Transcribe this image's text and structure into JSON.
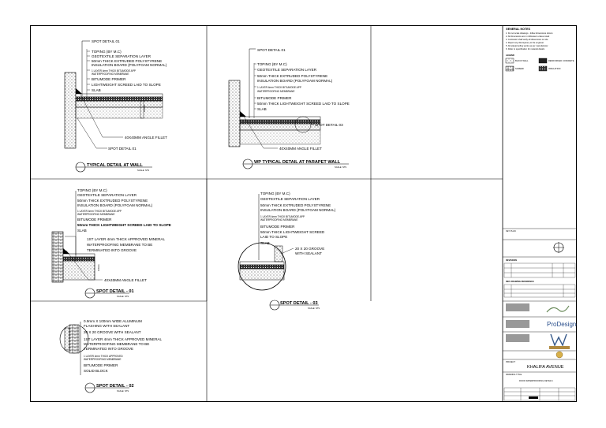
{
  "detail_typical_wall": {
    "spot_top": "SPOT DETAIL 01",
    "layers": [
      "TOPING (BY M.C)",
      "GEOTEXTILE SEPARATION LAYER",
      "50mm THICK EXTRUDED POLYSTYRENE",
      "INSULATION BOARD (POLYFOAM NORMAL)",
      "1 LAYER 4mm THICK BITUMODE APP",
      "WATERPROOFING MEMBRANE",
      "BITUMODE PRIMER",
      "LIGHTWEIGHT SCREED LAID TO SLOPE",
      "SLAB"
    ],
    "fillet": "40X40MM ANGLE FILLET",
    "spot_bottom": "SPOT DETAIL 01",
    "title": "TYPICAL DETAIL AT  WALL",
    "scale": "SCALE: NTS"
  },
  "detail_parapet": {
    "spot_top": "SPOT DETAIL 01",
    "layers": [
      "TOPING (BY M.C)",
      "GEOTEXTILE SEPARATION LAYER",
      "50mm THICK EXTRUDED POLYSTYRENE",
      "INSULATION BOARD (POLYFOAM NORMAL)",
      "1 LAYER 4mm THICK BITUMODE APP",
      "WATERPROOFING MEMBRANE",
      "BITUMODE PRIMER",
      "50mm THICK LIGHTWEIGHT SCREED LAID TO SLOPE",
      "SLAB"
    ],
    "spot_side": "SPOT DETAIL 03",
    "fillet": "40X40MM ANGLE FILLET",
    "title": "WP TYPICAL DETAIL AT PARAPET WALL",
    "scale": "SCALE: NTS"
  },
  "spot_01": {
    "layers": [
      "TOPING (BY M.C)",
      "GEOTEXTILE SEPARATION LAYER",
      "50mm THICK EXTRUDED POLYSTYRENE",
      "INSULATION BOARD (POLYFOAM NORMAL)",
      "1 LAYER 4mm THICK BITUMODE APP",
      "WATERPROOFING MEMBRANE",
      "BITUMODE PRIMER",
      "50mm THICK  LIGHTWEIGHT SCREED LAID TO SLOPE",
      "SLAB"
    ],
    "mineral": [
      "1ST LAYER 4mm THICK APPROVED MINERAL",
      "WATERPROOFING MEMBRANE TO BE",
      "TERMINATED INTO GROOVE"
    ],
    "fillet": "40X40MM ANGLE FILLET",
    "dim": "100mm",
    "title": "SPOT DETAIL - 01",
    "scale": "SCALE: NTS"
  },
  "spot_03": {
    "layers": [
      "TOPING (BY M.C)",
      "GEOTEXTILE SEPARATION LAYER",
      "50mm THICK EXTRUDED POLYSTYRENE",
      "INSULATION BOARD (POLYFOAM NORMAL)",
      "1 LAYER 4mm THICK BITUMODE APP",
      "WATERPROOFING MEMBRANE",
      "BITUMODE PRIMER",
      "50mm THICK LIGHTWEIGHT SCREED",
      "LAID TO SLOPE",
      "SLAB"
    ],
    "groove": [
      "20 X 20 GROOVE",
      "WITH SEALANT"
    ],
    "title": "SPOT DETAIL - 03",
    "scale": "SCALE: NTS"
  },
  "spot_02": {
    "layers": [
      "0.9mm X 100mm WIDE ALUMINUM",
      "FLASHING WITH SEALANT",
      "20 X 20 GROOVE WITH SEALANT",
      "1ST LAYER 4mm THICK APPROVED MINERAL",
      "WATERPROOFING MEMBRANE TO BE",
      "TERMINATED INTO GROOVE",
      "1 LAYER 4mm THICK APPROVED",
      "WATERPROOFING MEMBRANE",
      "BITUMODE PRIMER",
      "SOLID BLOCK"
    ],
    "title": "SPOT DETAIL - 02",
    "scale": "SCALE: NTS"
  },
  "title_block": {
    "notes_heading": "GENERAL NOTES",
    "notes": [
      "1. Do not scale drawings - follow dimensions shown",
      "2. All dimensions are in millimeters unless noted",
      "3. Contractor shall verify all dimensions on site",
      "4. Report any discrepancy to the engineer",
      "5. All waterproofing works as per manufacturer",
      "6. Refer to specification for material details"
    ],
    "legend_heading": "LEGEND",
    "legend": [
      "BLOCK WALL",
      "REINFORCED CONCRETE",
      "SCREED",
      "INSULATION"
    ],
    "key_plan": "KEY PLAN",
    "revisions_heading": "REVISIONS",
    "drawing_ref_heading": "REF. DRAWING REFERENCE",
    "consultant": "ProDesigners",
    "project_label": "PROJECT",
    "project_name": "KHALIFA AVENUE",
    "drawing_label": "DRAWING TITLE",
    "drawing_title": "ROOF WATERPROOFING DETAILS"
  }
}
